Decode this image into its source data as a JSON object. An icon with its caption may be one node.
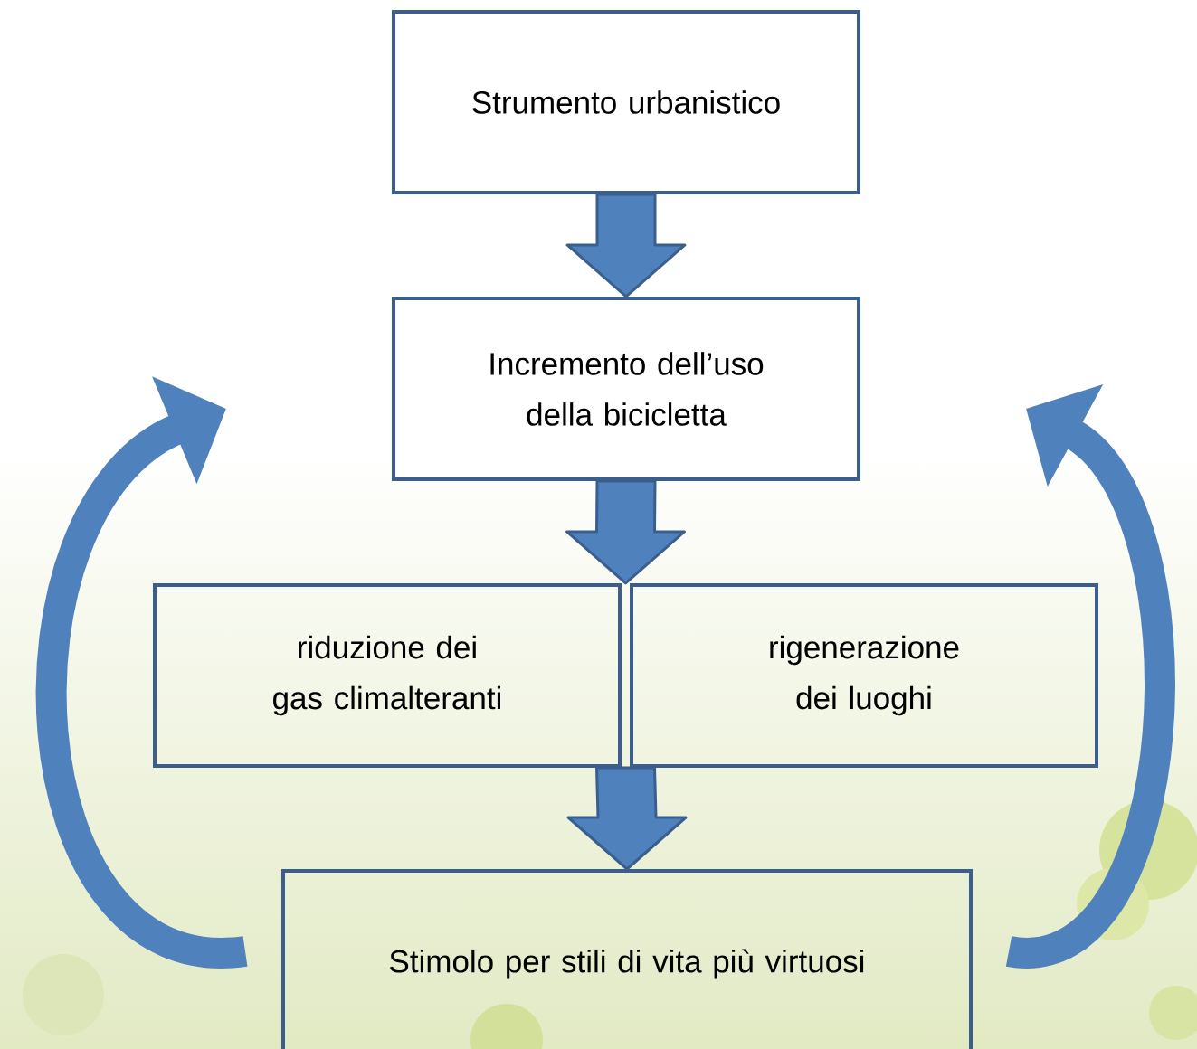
{
  "diagram": {
    "nodes": [
      {
        "text": [
          "Strumento urbanistico"
        ]
      },
      {
        "text": [
          "Incremento dell’uso della bicicletta"
        ]
      },
      {
        "text": [
          "riduzione dei gas climalteranti"
        ]
      },
      {
        "text": [
          "rigenerazione dei luoghi"
        ]
      },
      {
        "text": [
          "Stimolo per stili di vita più virtuosi"
        ]
      }
    ],
    "edges": [
      {
        "from": 0,
        "to": 1,
        "arrow": "to"
      },
      {
        "from": 1,
        "to": 2,
        "arrow": "to"
      },
      {
        "from": 1,
        "to": 3,
        "arrow": "to"
      },
      {
        "from": 2,
        "to": 4,
        "arrow": "to"
      },
      {
        "from": 3,
        "to": 4,
        "arrow": "to"
      },
      {
        "from": 4,
        "to": null,
        "arrow": "to"
      },
      {
        "from": 4,
        "to": null,
        "arrow": "to"
      }
    ]
  }
}
